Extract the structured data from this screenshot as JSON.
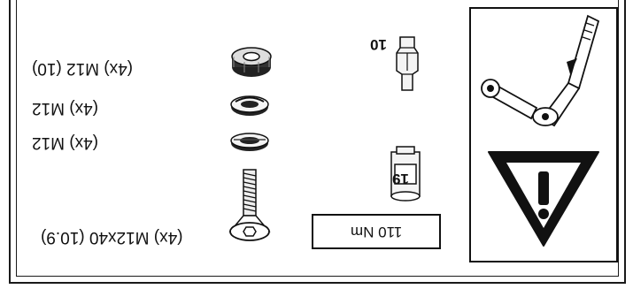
{
  "labels": {
    "nut": "(4x) M12 (10)",
    "spring_washer": "(4x) M12",
    "flat_washer": "(4x) M12",
    "bolt": "(4x) M12x40 (10.9)"
  },
  "torque": "110 Nm",
  "sockets": {
    "small": "10",
    "large": "19"
  },
  "icons": {
    "hex_nut": "hex-nut-icon",
    "spring_washer": "spring-washer-icon",
    "flat_washer": "flat-washer-icon",
    "bolt": "countersunk-bolt-icon",
    "hex_bit": "hex-bit-socket-icon",
    "socket": "socket-icon",
    "wrench": "torque-wrench-icon",
    "warning": "warning-triangle-icon"
  }
}
